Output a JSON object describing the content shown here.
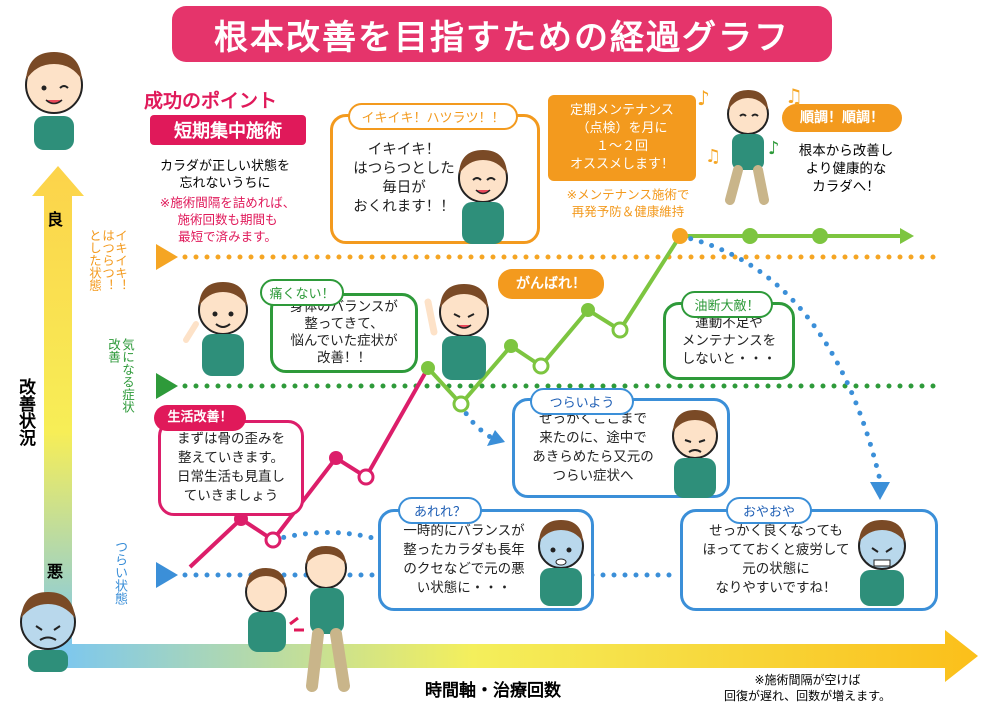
{
  "title": "根本改善を目指すための経過グラフ",
  "colors": {
    "title_bg": "#e5346b",
    "green": "#2e9a3a",
    "orange": "#f39a1e",
    "blue": "#3b8fd8",
    "line_red": "#dc1e6a",
    "line_green": "#7dc540",
    "pink_text": "#e0195a",
    "dark_blue": "#1f5fb5"
  },
  "y_axis": {
    "label": "改善状況",
    "top_label": "良",
    "bottom_label": "悪"
  },
  "x_axis": {
    "label": "時間軸・治療回数",
    "note": "※施術間隔が空けば\n回復が遅れ、回数が増えます。"
  },
  "levels": [
    {
      "label": "イキイキ！\nはつらつ！\nとした状態",
      "color": "orange"
    },
    {
      "label": "気になる症状\n改善",
      "color": "green"
    },
    {
      "label": "つらい状態",
      "color": "blue"
    }
  ],
  "success": {
    "heading": "成功のポイント",
    "badge": "短期集中施術",
    "text": "カラダが正しい状態を\n忘れないうちに",
    "note": "※施術間隔を詰めれば、\n施術回数も期間も\n最短で済みます。"
  },
  "maintenance": {
    "box": "定期メンテナンス\n（点検）を月に\n１～２回\nオススメします！",
    "note": "※メンテナンス施術で\n再発予防＆健康維持"
  },
  "bubbles": {
    "ikiiki": {
      "tag": "イキイキ！ハツラツ！！",
      "text": "イキイキ！\nはつらつとした\n毎日が\nおくれます！！"
    },
    "itakunai": {
      "tag": "痛くない！",
      "text": "身体のバランスが\n整ってきて、\n悩んでいた症状が\n改善！！"
    },
    "ganbare": {
      "tag": "がんばれ！"
    },
    "yudan": {
      "tag": "油断大敵！",
      "text": "運動不足や\nメンテナンスを\nしないと・・・"
    },
    "seikatsu": {
      "tag": "生活改善！",
      "text": "まずは骨の歪みを\n整えていきます。\n日常生活も見直し\nていきましょう"
    },
    "tsuraiyou": {
      "tag": "つらいよう",
      "text": "せっかくここまで\n来たのに、途中で\nあきらめたら又元の\nつらい症状へ"
    },
    "arere": {
      "tag": "あれれ？",
      "text": "一時的にバランスが\n整ったカラダも長年\nのクセなどで元の悪\nい状態に・・・"
    },
    "oyaoya": {
      "tag": "おやおや",
      "text": "せっかく良くなっても\nほってておくと疲労して\n元の状態に\nなりやすいですね！"
    },
    "junchou": {
      "tag": "順調！順調！",
      "text": "根本から改善し\nより健康的な\nカラダへ！"
    }
  },
  "icons": [
    "person-ok-icon",
    "person-sick-icon",
    "person-happy-icon",
    "person-pointing-icon",
    "person-cheer-icon",
    "person-jump-icon",
    "person-sad-icon",
    "person-worried-icon",
    "person-pain-icon",
    "music-note-icon"
  ]
}
